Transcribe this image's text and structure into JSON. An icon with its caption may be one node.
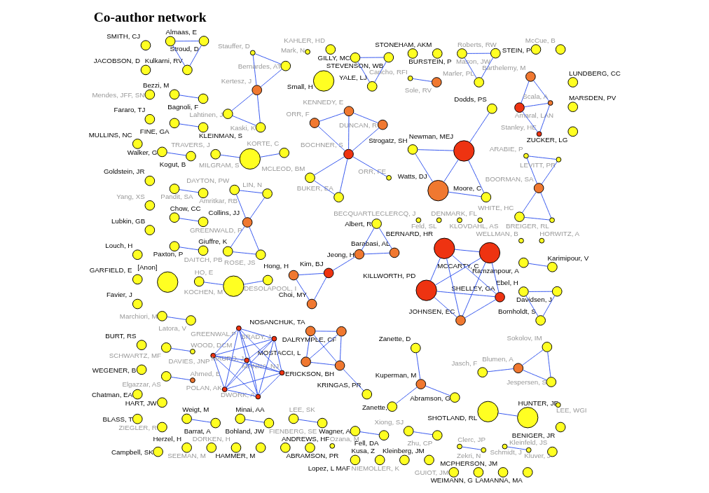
{
  "diagram": {
    "title": "Co-author network",
    "nodes": [
      {
        "text": [
          "Ramzanpour, A"
        ]
      },
      {
        "text": [
          "Karimipour, V"
        ]
      },
      {
        "text": [
          "Lahtinen, J"
        ]
      },
      {
        "text": [
          "Kertesz, J"
        ]
      },
      {
        "text": [
          "Newman, MEJ"
        ]
      },
      {
        "text": [
          "Moore, C"
        ]
      },
      {
        "text": [
          "Kaski, K"
        ]
      },
      {
        "text": [
          "Stauffer, D"
        ]
      },
      {
        "text": [
          "Bernardes, AT"
        ]
      },
      {
        "text": [
          "Weigt, M"
        ]
      },
      {
        "text": [
          "HART, JW"
        ]
      },
      {
        "text": [
          "Minai, AA"
        ]
      },
      {
        "text": [
          "Barrat, A"
        ]
      },
      {
        "text": [
          "ZIEGLER, R"
        ]
      },
      {
        "text": [
          "Watts, DJ"
        ]
      },
      {
        "text": [
          "Bohland, JW"
        ]
      },
      {
        "text": [
          "BECQUARTLECLERCQ, J"
        ]
      },
      {
        "text": [
          "DAITCH, PB"
        ]
      },
      {
        "text": [
          "Strogatz, SH"
        ]
      },
      {
        "text": [
          "Cancho, RFI"
        ]
      },
      {
        "text": [
          "Herzel, H"
        ]
      },
      {
        "text": [
          "SEEMAN, M"
        ]
      },
      {
        "text": [
          "Dodds, PS"
        ]
      },
      {
        "text": [
          "DORKEN, H"
        ]
      },
      {
        "text": [
          "ROSE, JS"
        ]
      },
      {
        "text": [
          "GREENWALD, P"
        ]
      },
      {
        "text": [
          "HAMMER, M"
        ]
      },
      {
        "text": [
          "Sole, RV"
        ]
      },
      {
        "text": [
          "Small, H"
        ]
      },
      {
        "text": [
          "ANDREWS, HF"
        ]
      },
      {
        "text": [
          "ABRAMSON, PR"
        ]
      },
      {
        "text": [
          "Kleinfeld, JS"
        ]
      },
      {
        "text": [
          "LEE, SK"
        ]
      },
      {
        "text": [
          "WHITE, HC"
        ]
      },
      {
        "text": [
          "Campbell, SK"
        ]
      },
      {
        "text": [
          "DAYTON, PW"
        ]
      },
      {
        "text": [
          "LIN, N"
        ]
      },
      {
        "text": [
          "STONEHAM, AKM"
        ]
      },
      {
        "text": [
          "BURSTEIN, P"
        ]
      },
      {
        "text": [
          "Feld, SL"
        ]
      },
      {
        "text": [
          "Lopez, L MAF"
        ]
      },
      {
        "text": [
          "BREIGER, RL"
        ]
      },
      {
        "text": [
          "FIENBERG, SE"
        ]
      },
      {
        "text": [
          "BOORMAN, SA"
        ]
      },
      {
        "text": [
          "Kusa, Z"
        ]
      },
      {
        "text": [
          "NIEMOLLER, K"
        ]
      },
      {
        "text": [
          "KLOVDAHL, AS"
        ]
      },
      {
        "text": [
          "DENMARK, FL"
        ]
      },
      {
        "text": [
          "Kleinberg, JM"
        ]
      },
      {
        "text": [
          "Wagner, A"
        ]
      },
      {
        "text": [
          "BENIGER, JR"
        ]
      },
      {
        "text": [
          "Xiong, SJ"
        ]
      },
      {
        "text": [
          "Bezzi, M"
        ]
      },
      {
        "text": [
          "ARABIE, P"
        ]
      },
      {
        "text": [
          "LEVITT, PR"
        ]
      },
      {
        "text": [
          "McCue, B"
        ]
      },
      {
        "text": [
          "Ebel, H"
        ]
      },
      {
        "text": [
          "Davidsen, J"
        ]
      },
      {
        "text": [
          "GILLY, MC"
        ]
      },
      {
        "text": [
          "Bagnoli, F"
        ]
      },
      {
        "text": [
          "STEIN, P"
        ]
      },
      {
        "text": [
          "Bornholdt, S"
        ]
      },
      {
        "text": [
          "KILLWORTH, PD"
        ]
      },
      {
        "text": [
          "Fell, DA"
        ]
      },
      {
        "text": [
          "STEVENSON, WB"
        ]
      },
      {
        "text": [
          "Zhu, CP"
        ]
      },
      {
        "text": [
          "Jasch, F"
        ]
      },
      {
        "text": [
          "KAHLER, HD"
        ]
      },
      {
        "text": [
          "SHELLEY, GA"
        ]
      },
      {
        "text": [
          "[Anon]"
        ]
      },
      {
        "text": [
          "Amaral, LAN"
        ]
      },
      {
        "text": [
          "Scala, A"
        ]
      },
      {
        "text": [
          "Mendes, JFF, SN"
        ]
      },
      {
        "text": [
          "Blumen, A"
        ]
      },
      {
        "text": [
          "SCHWARTZ, MF"
        ]
      },
      {
        "text": [
          "JOHNSEN, EC"
        ]
      },
      {
        "text": [
          "BERNARD, HR"
        ]
      },
      {
        "text": [
          "Jespersen, S"
        ]
      },
      {
        "text": [
          "YALE, LJ"
        ]
      },
      {
        "text": [
          "Fararo, TJ"
        ]
      },
      {
        "text": [
          "Goldstein, JR"
        ]
      },
      {
        "text": [
          "Yang, XS"
        ]
      },
      {
        "text": [
          "Stanley, HE"
        ]
      },
      {
        "text": [
          "WOOD, DCM"
        ]
      },
      {
        "text": [
          "Lubkin, GB"
        ]
      },
      {
        "text": [
          "MOSTACCI, L"
        ]
      },
      {
        "text": [
          "Sokolov, IM"
        ]
      },
      {
        "text": [
          "WELLMAN, B"
        ]
      },
      {
        "text": [
          "Roberts, RW"
        ]
      },
      {
        "text": [
          "KRINGAS, PR"
        ]
      },
      {
        "text": [
          "ERICKSON, BH"
        ]
      },
      {
        "text": [
          "Barthelemy, M"
        ]
      },
      {
        "text": [
          "MCCARTY, C"
        ]
      },
      {
        "text": [
          "SMITH, CJ"
        ]
      },
      {
        "text": [
          "FINE, GA"
        ]
      },
      {
        "text": [
          "JACOBSON, D"
        ]
      },
      {
        "text": [
          "Mason, JW"
        ]
      },
      {
        "text": [
          "HORWITZ, A"
        ]
      },
      {
        "text": [
          "KLEINMAN, S"
        ]
      },
      {
        "text": [
          "NOSANCHUK, TA"
        ]
      },
      {
        "text": [
          "DALRYMPLE, CF"
        ]
      },
      {
        "text": [
          "Ozana, M"
        ]
      },
      {
        "text": [
          "Marler, PL"
        ]
      },
      {
        "text": [
          "Pandit, SA"
        ]
      },
      {
        "text": [
          "Amritkar, RB"
        ]
      },
      {
        "text": [
          "Chow, CC"
        ]
      },
      {
        "text": [
          "BURT, RS"
        ]
      },
      {
        "text": [
          "SHOTLAND, RL"
        ]
      },
      {
        "text": [
          "Collins, JJ"
        ]
      },
      {
        "text": [
          "DAVIES, JNP"
        ]
      },
      {
        "text": [
          "TRAVERS, J"
        ]
      },
      {
        "text": [
          "Clerc, JP"
        ]
      },
      {
        "text": [
          "WEGENER, B"
        ]
      },
      {
        "text": [
          "Zanette,"
        ]
      },
      {
        "text": [
          "HUNTER, JE"
        ]
      },
      {
        "text": [
          "Zekri, N"
        ]
      },
      {
        "text": [
          "Schmidt, J"
        ]
      },
      {
        "text": [
          "Abramson, G"
        ]
      },
      {
        "text": [
          "KORTE, C"
        ]
      },
      {
        "text": [
          "GUIOT, JM"
        ]
      },
      {
        "text": [
          "MANNA, NJ"
        ]
      },
      {
        "text": [
          "DWORK, A"
        ]
      },
      {
        "text": [
          "Kluver, J"
        ]
      },
      {
        "text": [
          "Kuperman, M"
        ]
      },
      {
        "text": [
          "WEIMANN, G"
        ]
      },
      {
        "text": [
          "GREENWAL,P"
        ]
      },
      {
        "text": [
          "Paxton, P"
        ]
      },
      {
        "text": [
          "MILGRAM, S"
        ]
      },
      {
        "text": [
          "BRADY, J"
        ]
      },
      {
        "text": [
          "MAURO, J"
        ]
      },
      {
        "text": [
          "Zanette, D"
        ]
      },
      {
        "text": [
          "MCPHERSON, JM"
        ]
      },
      {
        "text": [
          "LAMANNA, MA"
        ]
      },
      {
        "text": [
          "Elgazzar, AS"
        ]
      },
      {
        "text": [
          "Walker, G"
        ]
      },
      {
        "text": [
          "POLAN, AK"
        ]
      },
      {
        "text": [
          "Giuffre, K"
        ]
      },
      {
        "text": [
          "ZUCKER, LG"
        ]
      },
      {
        "text": [
          "MARSDEN, PV"
        ]
      },
      {
        "text": [
          "Hong, H"
        ]
      },
      {
        "text": [
          "Ahmed, E"
        ]
      },
      {
        "text": [
          "LUNDBERG, CC"
        ]
      },
      {
        "text": [
          "Kogut, B"
        ]
      },
      {
        "text": [
          "MULLINS, NC"
        ]
      },
      {
        "text": [
          "Barabasi, AL"
        ]
      },
      {
        "text": [
          "ORR, F"
        ]
      },
      {
        "text": [
          "ORR, FE"
        ]
      },
      {
        "text": [
          "BUKER, EA"
        ]
      },
      {
        "text": [
          "Choi, MY"
        ]
      },
      {
        "text": [
          "HO, E"
        ]
      },
      {
        "text": [
          "DESOLAPOOL, I"
        ]
      },
      {
        "text": [
          "Kim, BJ"
        ]
      },
      {
        "text": [
          "MCLEOD, BM"
        ]
      },
      {
        "text": [
          "DUNCAN, R"
        ]
      },
      {
        "text": [
          "Louch, H"
        ]
      },
      {
        "text": [
          "GARFIELD, E"
        ]
      },
      {
        "text": [
          "Jeong, H"
        ]
      },
      {
        "text": [
          "Albert, R"
        ]
      },
      {
        "text": [
          "KOCHEN, M"
        ]
      },
      {
        "text": [
          "Marchiori, M"
        ]
      },
      {
        "text": [
          "KENNEDY, E"
        ]
      },
      {
        "text": [
          "Favier, J"
        ]
      },
      {
        "text": [
          "Almaas, E"
        ]
      },
      {
        "text": [
          "LEE, WGI"
        ]
      },
      {
        "text": [
          "Mark, N"
        ]
      },
      {
        "text": [
          "BOCHNER, S"
        ]
      },
      {
        "text": [
          "Chatman, EA"
        ]
      },
      {
        "text": [
          "Stroud, D"
        ]
      },
      {
        "text": [
          "Kulkarni, RV"
        ]
      },
      {
        "text": [
          "BLASS, T"
        ]
      },
      {
        "text": [
          "Latora, V"
        ]
      }
    ],
    "edges": [
      {
        "from": 1,
        "to": 0,
        "arrow": "none"
      },
      {
        "from": 2,
        "to": 3,
        "arrow": "none"
      },
      {
        "from": 2,
        "to": 6,
        "arrow": "none"
      },
      {
        "from": 6,
        "to": 3,
        "arrow": "none"
      },
      {
        "from": 3,
        "to": 7,
        "arrow": "none"
      },
      {
        "from": 8,
        "to": 3,
        "arrow": "none"
      },
      {
        "from": 8,
        "to": 7,
        "arrow": "none"
      },
      {
        "from": 4,
        "to": 5,
        "arrow": "none"
      },
      {
        "from": 4,
        "to": 14,
        "arrow": "none"
      },
      {
        "from": 4,
        "to": 18,
        "arrow": "none"
      },
      {
        "from": 4,
        "to": 22,
        "arrow": "none"
      },
      {
        "from": 5,
        "to": 14,
        "arrow": "none"
      },
      {
        "from": 14,
        "to": 18,
        "arrow": "none"
      },
      {
        "from": 12,
        "to": 9,
        "arrow": "none"
      },
      {
        "from": 11,
        "to": 15,
        "arrow": "none"
      },
      {
        "from": 19,
        "to": 27,
        "arrow": "none"
      },
      {
        "from": 17,
        "to": 24,
        "arrow": "none"
      },
      {
        "from": 25,
        "to": 17,
        "arrow": "none"
      },
      {
        "from": 25,
        "to": 24,
        "arrow": "none"
      },
      {
        "from": 25,
        "to": 36,
        "arrow": "none"
      },
      {
        "from": 25,
        "to": 35,
        "arrow": "none"
      },
      {
        "from": 35,
        "to": 36,
        "arrow": "none"
      },
      {
        "from": 32,
        "to": 42,
        "arrow": "none"
      },
      {
        "from": 33,
        "to": 43,
        "arrow": "none"
      },
      {
        "from": 33,
        "to": 41,
        "arrow": "none"
      },
      {
        "from": 43,
        "to": 41,
        "arrow": "none"
      },
      {
        "from": 43,
        "to": 53,
        "arrow": "none"
      },
      {
        "from": 43,
        "to": 54,
        "arrow": "none"
      },
      {
        "from": 53,
        "to": 54,
        "arrow": "none"
      },
      {
        "from": 56,
        "to": 57,
        "arrow": "none"
      },
      {
        "from": 56,
        "to": 61,
        "arrow": "none"
      },
      {
        "from": 57,
        "to": 61,
        "arrow": "none"
      },
      {
        "from": 49,
        "to": 63,
        "arrow": "none"
      },
      {
        "from": 52,
        "to": 59,
        "arrow": "none"
      },
      {
        "from": 51,
        "to": 65,
        "arrow": "none"
      },
      {
        "from": 58,
        "to": 64,
        "arrow": "none"
      },
      {
        "from": 64,
        "to": 78,
        "arrow": "none"
      },
      {
        "from": 58,
        "to": 78,
        "arrow": "none"
      },
      {
        "from": 74,
        "to": 83,
        "arrow": "none"
      },
      {
        "from": 66,
        "to": 73,
        "arrow": "none"
      },
      {
        "from": 73,
        "to": 77,
        "arrow": "none"
      },
      {
        "from": 73,
        "to": 86,
        "arrow": "none"
      },
      {
        "from": 86,
        "to": 77,
        "arrow": "none"
      },
      {
        "from": 62,
        "to": 68,
        "arrow": "none"
      },
      {
        "from": 62,
        "to": 76,
        "arrow": "none"
      },
      {
        "from": 62,
        "to": 75,
        "arrow": "none"
      },
      {
        "from": 62,
        "to": 92,
        "arrow": "none"
      },
      {
        "from": 68,
        "to": 75,
        "arrow": "none"
      },
      {
        "from": 68,
        "to": 92,
        "arrow": "none"
      },
      {
        "from": 68,
        "to": 76,
        "arrow": "none"
      },
      {
        "from": 75,
        "to": 76,
        "arrow": "none"
      },
      {
        "from": 75,
        "to": 92,
        "arrow": "none"
      },
      {
        "from": 76,
        "to": 92,
        "arrow": "none"
      },
      {
        "from": 71,
        "to": 70,
        "arrow": "none"
      },
      {
        "from": 71,
        "to": 82,
        "arrow": "none"
      },
      {
        "from": 70,
        "to": 82,
        "arrow": "none"
      },
      {
        "from": 70,
        "to": 91,
        "arrow": "none"
      },
      {
        "from": 71,
        "to": 91,
        "arrow": "none"
      },
      {
        "from": 85,
        "to": 90,
        "arrow": "none"
      },
      {
        "from": 85,
        "to": 99,
        "arrow": "none"
      },
      {
        "from": 85,
        "to": 100,
        "arrow": "none"
      },
      {
        "from": 90,
        "to": 89,
        "arrow": "none"
      },
      {
        "from": 90,
        "to": 99,
        "arrow": "none"
      },
      {
        "from": 90,
        "to": 100,
        "arrow": "none"
      },
      {
        "from": 100,
        "to": 99,
        "arrow": "none"
      },
      {
        "from": 88,
        "to": 96,
        "arrow": "none"
      },
      {
        "from": 88,
        "to": 102,
        "arrow": "none"
      },
      {
        "from": 96,
        "to": 102,
        "arrow": "none"
      },
      {
        "from": 103,
        "to": 104,
        "arrow": "none"
      },
      {
        "from": 94,
        "to": 98,
        "arrow": "none"
      },
      {
        "from": 105,
        "to": 108,
        "arrow": "none"
      },
      {
        "from": 111,
        "to": 115,
        "arrow": "none"
      },
      {
        "from": 110,
        "to": 127,
        "arrow": "none"
      },
      {
        "from": 118,
        "to": 127,
        "arrow": "none"
      },
      {
        "from": 107,
        "to": 114,
        "arrow": "none"
      },
      {
        "from": 122,
        "to": 116,
        "arrow": "none"
      },
      {
        "from": 113,
        "to": 123,
        "arrow": "none"
      },
      {
        "from": 117,
        "to": 123,
        "arrow": "none"
      },
      {
        "from": 130,
        "to": 123,
        "arrow": "none"
      },
      {
        "from": 109,
        "to": 120,
        "arrow": "none"
      },
      {
        "from": 109,
        "to": 121,
        "arrow": "none"
      },
      {
        "from": 109,
        "to": 125,
        "arrow": "none"
      },
      {
        "from": 109,
        "to": 128,
        "arrow": "none"
      },
      {
        "from": 109,
        "to": 129,
        "arrow": "none"
      },
      {
        "from": 109,
        "to": 135,
        "arrow": "none"
      },
      {
        "from": 120,
        "to": 121,
        "arrow": "none"
      },
      {
        "from": 120,
        "to": 125,
        "arrow": "none"
      },
      {
        "from": 120,
        "to": 128,
        "arrow": "none"
      },
      {
        "from": 120,
        "to": 129,
        "arrow": "none"
      },
      {
        "from": 120,
        "to": 135,
        "arrow": "none"
      },
      {
        "from": 121,
        "to": 125,
        "arrow": "none"
      },
      {
        "from": 121,
        "to": 128,
        "arrow": "none"
      },
      {
        "from": 121,
        "to": 129,
        "arrow": "none"
      },
      {
        "from": 121,
        "to": 135,
        "arrow": "none"
      },
      {
        "from": 125,
        "to": 128,
        "arrow": "none"
      },
      {
        "from": 125,
        "to": 129,
        "arrow": "none"
      },
      {
        "from": 125,
        "to": 135,
        "arrow": "none"
      },
      {
        "from": 128,
        "to": 129,
        "arrow": "none"
      },
      {
        "from": 128,
        "to": 135,
        "arrow": "none"
      },
      {
        "from": 129,
        "to": 135,
        "arrow": "none"
      },
      {
        "from": 126,
        "to": 136,
        "arrow": "none"
      },
      {
        "from": 134,
        "to": 142,
        "arrow": "none"
      },
      {
        "from": 133,
        "to": 140,
        "arrow": "none"
      },
      {
        "from": 139,
        "to": 151,
        "arrow": "none"
      },
      {
        "from": 139,
        "to": 148,
        "arrow": "none"
      },
      {
        "from": 151,
        "to": 148,
        "arrow": "none"
      },
      {
        "from": 151,
        "to": 156,
        "arrow": "none"
      },
      {
        "from": 144,
        "to": 157,
        "arrow": "none"
      },
      {
        "from": 144,
        "to": 156,
        "arrow": "none"
      },
      {
        "from": 157,
        "to": 156,
        "arrow": "none"
      },
      {
        "from": 149,
        "to": 158,
        "arrow": "none"
      },
      {
        "from": 158,
        "to": 150,
        "arrow": "none"
      },
      {
        "from": 159,
        "to": 170,
        "arrow": "none"
      },
      {
        "from": 145,
        "to": 160,
        "arrow": "none"
      },
      {
        "from": 153,
        "to": 160,
        "arrow": "none"
      },
      {
        "from": 145,
        "to": 165,
        "arrow": "none"
      },
      {
        "from": 153,
        "to": 165,
        "arrow": "none"
      },
      {
        "from": 160,
        "to": 165,
        "arrow": "none"
      },
      {
        "from": 146,
        "to": 165,
        "arrow": "none"
      },
      {
        "from": 152,
        "to": 165,
        "arrow": "none"
      },
      {
        "from": 147,
        "to": 165,
        "arrow": "none"
      },
      {
        "from": 147,
        "to": 152,
        "arrow": "none"
      },
      {
        "from": 162,
        "to": 167,
        "arrow": "none"
      },
      {
        "from": 162,
        "to": 168,
        "arrow": "none"
      },
      {
        "from": 167,
        "to": 168,
        "arrow": "none"
      }
    ]
  }
}
